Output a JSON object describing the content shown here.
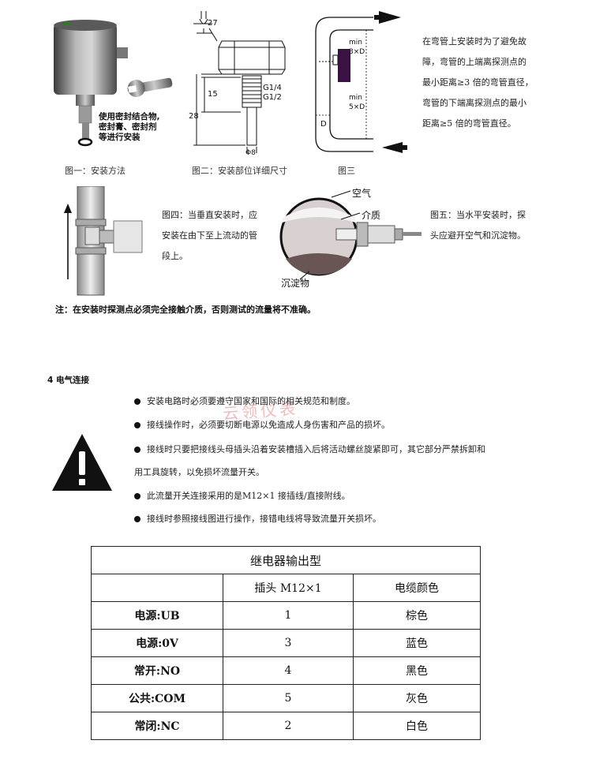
{
  "fig1": {
    "caption": "图一：安装方法",
    "note_lines": [
      "使用密封结合物,",
      "密封膏、密封剂",
      "等进行安装"
    ]
  },
  "fig2": {
    "caption": "图二：安装部位详细尺寸",
    "dims": {
      "wrench": "27",
      "thread_a": "G1/4",
      "thread_b": "G1/2",
      "h1": "15",
      "h2": "28",
      "dia": "Φ8"
    }
  },
  "fig3": {
    "caption": "图三",
    "min_top": [
      "min",
      "3×D"
    ],
    "min_bottom": [
      "min",
      "5×D"
    ],
    "d_label": "D",
    "text_lines": [
      "在弯管上安装时为了避免故",
      "障，弯管的上端离探测点的",
      "最小距离≥3 倍的弯管直径，",
      "弯管的下端离探测点的最小",
      "距离≥5 倍的弯管直径。"
    ]
  },
  "fig4": {
    "text_lines": [
      "图四：当垂直安装时，应",
      "安装在由下至上流动的管",
      "段上。"
    ]
  },
  "fig5": {
    "air": "空气",
    "medium": "介质",
    "sediment": "沉淀物",
    "text_lines": [
      "图五：当水平安装时，探",
      "头应避开空气和沉淀物。"
    ]
  },
  "install_note": "注：在安装时探测点必须完全接触介质，否则测试的流量将不准确。",
  "section": {
    "heading": "4  电气连接",
    "bullets": [
      "安装电路时必须要遵守国家和国际的相关规范和制度。",
      "接线操作时，必须要切断电源以免造成人身伤害和产品的损坏。",
      "接线时只要把接线头母插头沿着安装槽插入后将活动螺丝旋紧即可，其它部分严禁拆卸和",
      "此流量开关连接采用的是M12×1 接插线/直接附线。",
      "接线时参照接线图进行操作，接错电线将导致流量开关损坏。"
    ],
    "bullet3_continuation": "用工具旋转，以免损坏流量开关。"
  },
  "watermark": "云领仪表",
  "table": {
    "title": "继电器输出型",
    "col_plug": "插头  M12×1",
    "col_cable": "电缆颜色",
    "rows": [
      {
        "label": "电源:UB",
        "pin": "1",
        "color": "棕色"
      },
      {
        "label": "电源:0V",
        "pin": "3",
        "color": "蓝色"
      },
      {
        "label": "常开:NO",
        "pin": "4",
        "color": "黑色"
      },
      {
        "label": "公共:COM",
        "pin": "5",
        "color": "灰色"
      },
      {
        "label": "常闭:NC",
        "pin": "2",
        "color": "白色"
      }
    ]
  }
}
